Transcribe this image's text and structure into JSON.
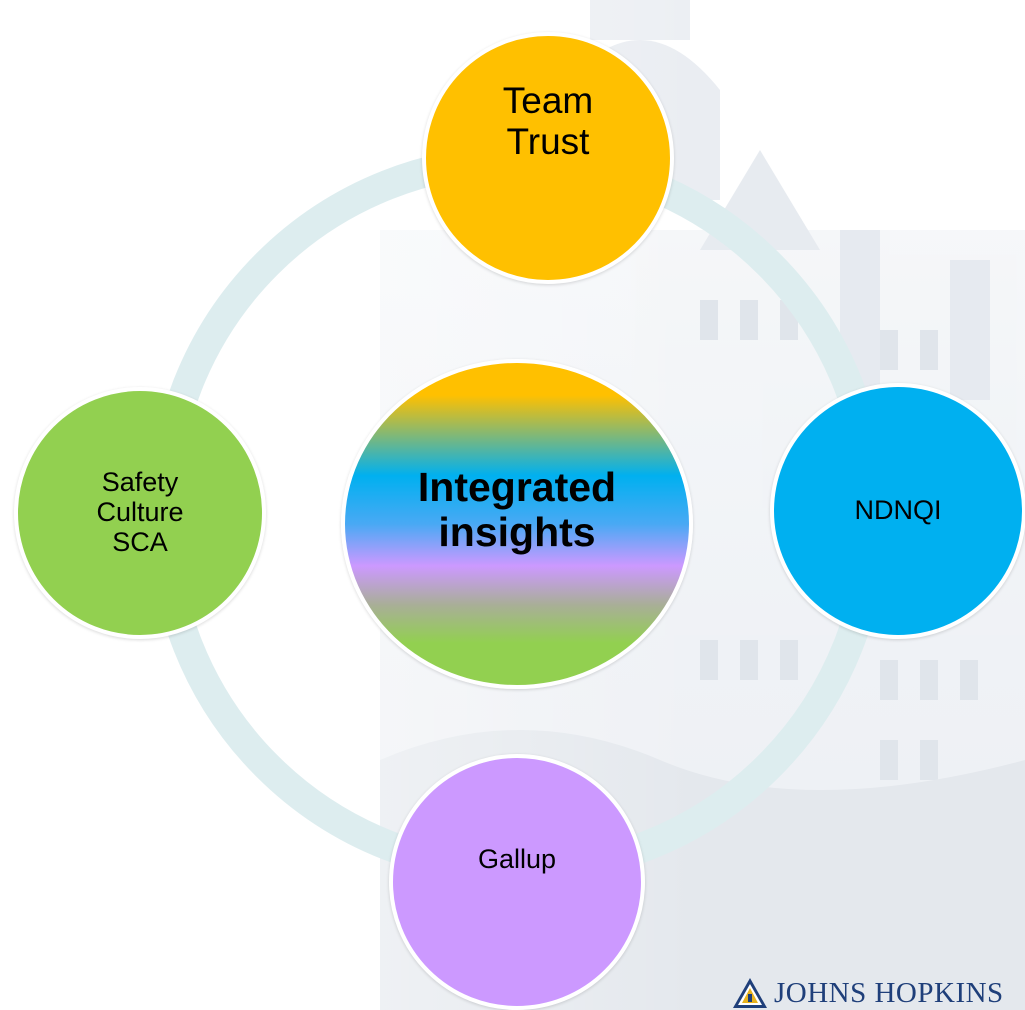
{
  "diagram": {
    "center": {
      "label": "Integrated\ninsights"
    },
    "nodes": [
      {
        "label": "Team\nTrust",
        "color": "#FFC000"
      },
      {
        "label": "NDNQI",
        "color": "#00B0F0"
      },
      {
        "label": "Gallup",
        "color": "#CC99FF"
      },
      {
        "label": "Safety\nCulture\nSCA",
        "color": "#92D050"
      }
    ],
    "cycle_ring_color": "#DDEDEF"
  },
  "logo": {
    "text": "JOHNS HOPKINS"
  }
}
